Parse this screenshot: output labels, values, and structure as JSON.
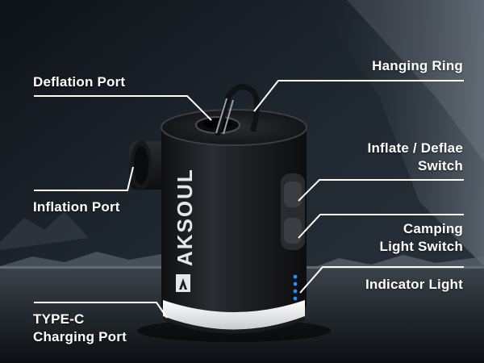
{
  "brand": {
    "name": "AKSOUL"
  },
  "labels": {
    "deflation_port": [
      "Deflation Port"
    ],
    "inflation_port": [
      "Inflation Port"
    ],
    "typec_port": [
      "TYPE-C",
      "Charging Port"
    ],
    "hanging_ring": [
      "Hanging Ring"
    ],
    "inflate_deflate_switch": [
      "Inflate / Deflae",
      "Switch"
    ],
    "camping_light_switch": [
      "Camping",
      "Light Switch"
    ],
    "indicator_light": [
      "Indicator Light"
    ]
  },
  "colors": {
    "label_text": "#ffffff",
    "leader_line": "#ffffff",
    "indicator_led": "#2a8cff",
    "device_body": "#1b1d20",
    "light_band": "#f2f2f2"
  }
}
